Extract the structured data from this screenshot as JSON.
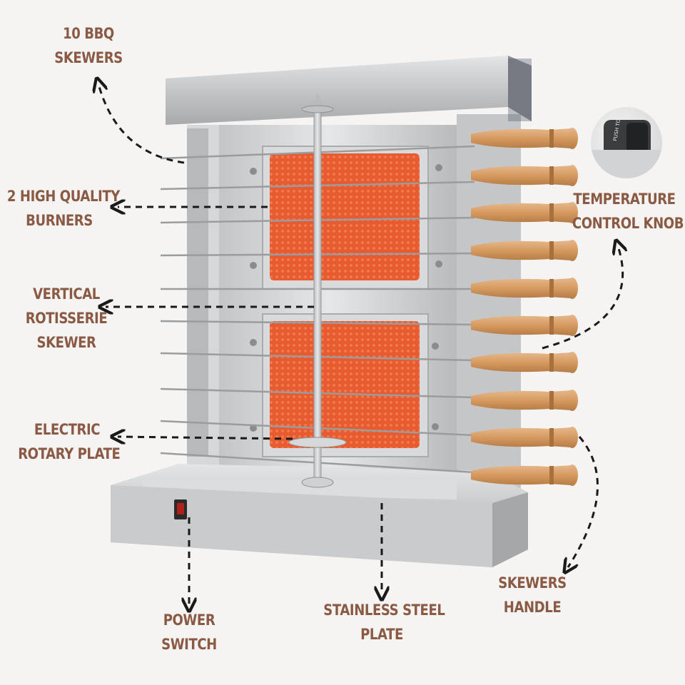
{
  "labels": {
    "bbq_skewers": [
      "10 BBQ",
      "SKEWERS"
    ],
    "burners": [
      "2 HIGH QUALITY",
      "BURNERS"
    ],
    "rotisserie": [
      "VERTICAL",
      "ROTISSERIE",
      "SKEWER"
    ],
    "rotary_plate": [
      "ELECTRIC",
      "ROTARY PLATE"
    ],
    "temperature_knob": [
      "TEMPERATURE",
      "CONTROL KNOB"
    ],
    "skewers_handle": [
      "SKEWERS",
      "HANDLE"
    ],
    "power_switch": [
      "POWER",
      "SWITCH"
    ],
    "steel_plate": [
      "STAINLESS STEEL",
      "PLATE"
    ],
    "knob_text": "PUSH TO TURN"
  },
  "colors": {
    "label_text": "#8a5a44",
    "arrow": "#1a1a1a",
    "burner": "#e8552e",
    "steel": "#c9cbcd",
    "wood": "#d9a06a",
    "background": "#f6f4f2"
  }
}
